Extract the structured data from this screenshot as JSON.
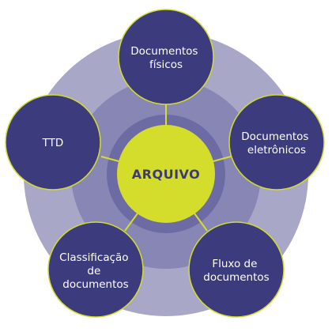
{
  "diagram": {
    "center": {
      "label": "ARQUIVO"
    },
    "nodes": [
      {
        "id": "documentos-fisicos",
        "lines": [
          "Documentos",
          "físicos"
        ]
      },
      {
        "id": "documentos-eletronicos",
        "lines": [
          "Documentos",
          "eletrônicos"
        ]
      },
      {
        "id": "fluxo-de-documentos",
        "lines": [
          "Fluxo de",
          "documentos"
        ]
      },
      {
        "id": "classificacao-de-documentos",
        "lines": [
          "Classificação",
          "de",
          "documentos"
        ]
      },
      {
        "id": "ttd",
        "lines": [
          "TTD"
        ]
      }
    ]
  },
  "colors": {
    "outer_ring": "#a8a7c8",
    "middle_ring": "#8786b4",
    "inner_ring": "#6c6ba3",
    "node_fill": "#3c3b7e",
    "node_stroke": "#d4dc2c",
    "center_fill": "#d4dc2c",
    "connector": "#d4dc2c",
    "center_text": "#3b3a7a",
    "node_text": "#ffffff"
  }
}
